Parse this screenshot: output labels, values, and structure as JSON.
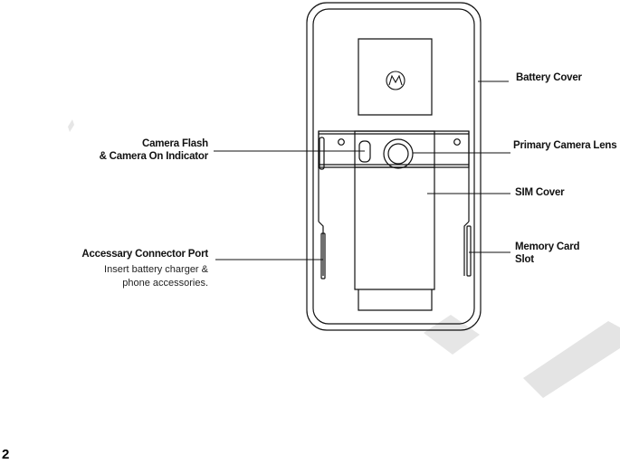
{
  "callouts": {
    "battery_cover": "Battery Cover",
    "camera_flash_line1": "Camera Flash",
    "camera_flash_line2": "& Camera On Indicator",
    "primary_camera_lens": "Primary Camera Lens",
    "sim_cover": "SIM Cover",
    "accessory_port": "Accessary Connector Port",
    "accessory_desc_line1": "Insert battery charger &",
    "accessory_desc_line2": "phone accessories.",
    "memory_card_line1": "Memory Card",
    "memory_card_line2": "Slot"
  },
  "page_number": "2",
  "colors": {
    "line": "#111111",
    "watermark": "#e4e4e4"
  },
  "icons": {
    "logo": "motorola-logo-icon"
  }
}
